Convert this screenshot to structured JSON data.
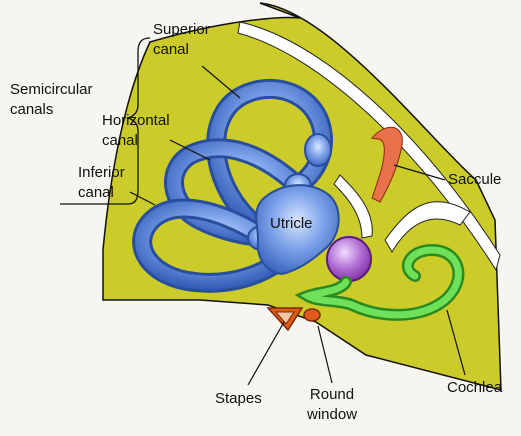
{
  "labels": {
    "semicircular_canals": [
      "Semicircular",
      "canals"
    ],
    "superior_canal": [
      "Superior",
      "canal"
    ],
    "horizontal_canal": [
      "Horizontal",
      "canal"
    ],
    "inferior_canal": [
      "Inferior",
      "canal"
    ],
    "utricle": "Utricle",
    "saccule": "Saccule",
    "stapes": "Stapes",
    "round_window": [
      "Round",
      "window"
    ],
    "cochlea": "Cochlea"
  },
  "colors": {
    "bone": "#cbcb2a",
    "canals": "#3f6fc8",
    "saccule": "#a55cc4",
    "cochlea": "#4fc43a",
    "stapes": "#e05a1c",
    "background": "#f6f5f0"
  }
}
